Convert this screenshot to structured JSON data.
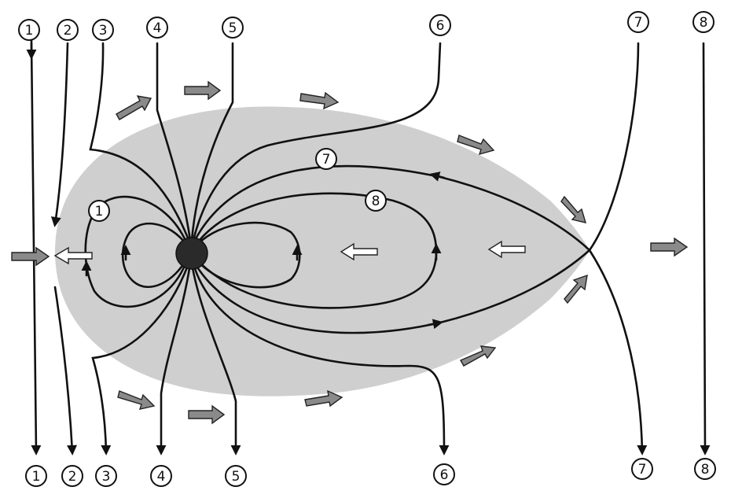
{
  "diagram": {
    "region_fill": "#cfcfcf",
    "line_color": "#111111",
    "flow_arrow_fill": "#8a8a8a",
    "return_arrow_fill": "#ffffff",
    "planet_fill": "#2a2a2a",
    "labels": {
      "top": [
        "1",
        "2",
        "3",
        "4",
        "5",
        "6",
        "7",
        "8"
      ],
      "bottom": [
        "1",
        "2",
        "3",
        "4",
        "5",
        "6",
        "7",
        "8"
      ],
      "inner": [
        "1",
        "7",
        "8"
      ]
    }
  }
}
